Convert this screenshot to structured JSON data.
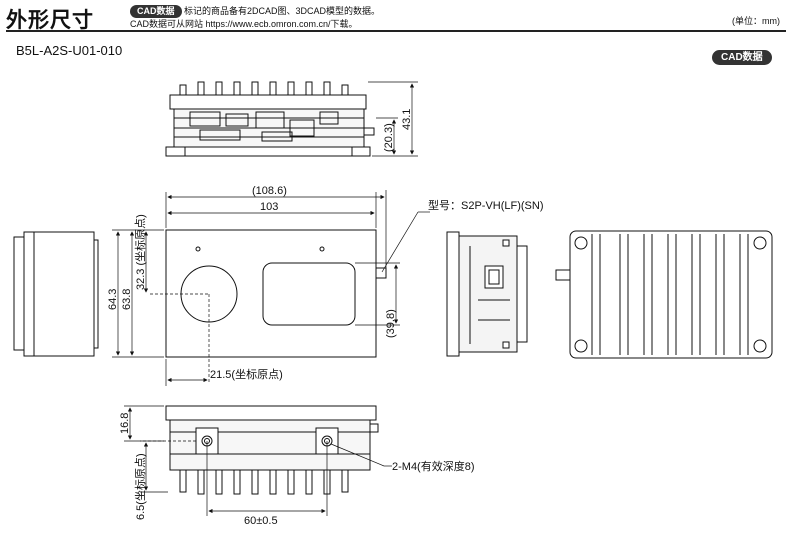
{
  "header": {
    "title": "外形尺寸",
    "badge": "CAD数据",
    "note_line1": "标记的商品备有2DCAD图、3DCAD模型的数据。",
    "note_line2": "CAD数据可从网站 https://www.ecb.omron.com.cn/下载。",
    "unit": "(单位：mm)"
  },
  "model": {
    "name": "B5L-A2S-U01-010",
    "cad_button": "CAD数据"
  },
  "dimensions": {
    "top_height": "43.1",
    "top_sub": "(20.3)",
    "width_overall": "(108.6)",
    "width_body": "103",
    "origin_v": "32.3 (坐标原点)",
    "height_outer": "64.3",
    "height_inner": "63.8",
    "window_h": "(39.8)",
    "origin_h": "21.5(坐标原点)",
    "connector": "型号：S2P-VH(LF)(SN)",
    "bottom_h": "16.8",
    "bottom_origin": "6.5(坐标原点)",
    "hole_spacing": "60±0.5",
    "thread": "2-M4(有效深度8)"
  }
}
